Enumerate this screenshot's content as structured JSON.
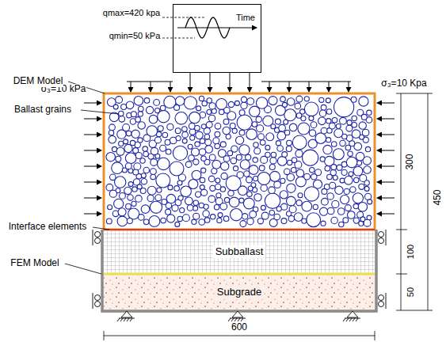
{
  "diagram": {
    "nodes": [
      {
        "text": [
          "Time"
        ]
      },
      {
        "text": [
          "Subballast"
        ]
      },
      {
        "text": [
          "Subgrade"
        ]
      }
    ],
    "labels": [
      "qmax=420 kpa",
      "qmin=50 kPa",
      "σ₃=10 kPa",
      "σ₃=10 Kpa",
      "DEM Model",
      "Ballast grains",
      "Interface elements",
      "FEM Model",
      "300",
      "450",
      "100",
      "50",
      "600"
    ]
  }
}
